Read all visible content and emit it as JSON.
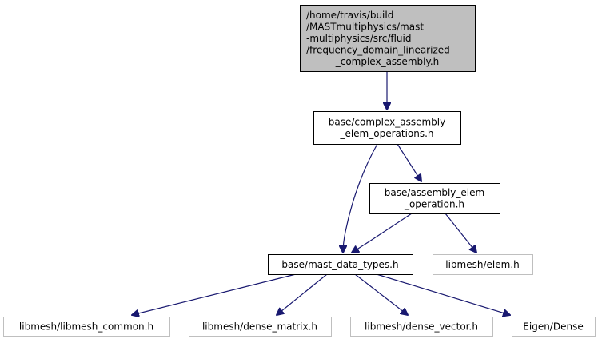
{
  "diagram": {
    "type": "include-dependency-graph",
    "colors": {
      "edge": "#191970",
      "root_fill": "#bfbfbf",
      "root_stroke": "#000000",
      "node_stroke": "#000000",
      "external_stroke": "#bfbfbf",
      "node_fill": "#ffffff",
      "text": "#000000"
    },
    "nodes": [
      {
        "id": "root",
        "kind": "root",
        "lines": [
          "/home/travis/build",
          "/MASTmultiphysics/mast",
          "-multiphysics/src/fluid",
          "/frequency_domain_linearized",
          "_complex_assembly.h"
        ]
      },
      {
        "id": "complex_ops",
        "kind": "internal",
        "lines": [
          "base/complex_assembly",
          "_elem_operations.h"
        ]
      },
      {
        "id": "assembly_op",
        "kind": "internal",
        "lines": [
          "base/assembly_elem",
          "_operation.h"
        ]
      },
      {
        "id": "mast_types",
        "kind": "internal",
        "lines": [
          "base/mast_data_types.h"
        ]
      },
      {
        "id": "elem",
        "kind": "external",
        "lines": [
          "libmesh/elem.h"
        ]
      },
      {
        "id": "libmesh_common",
        "kind": "external",
        "lines": [
          "libmesh/libmesh_common.h"
        ]
      },
      {
        "id": "dense_matrix",
        "kind": "external",
        "lines": [
          "libmesh/dense_matrix.h"
        ]
      },
      {
        "id": "dense_vector",
        "kind": "external",
        "lines": [
          "libmesh/dense_vector.h"
        ]
      },
      {
        "id": "eigen_dense",
        "kind": "external",
        "lines": [
          "Eigen/Dense"
        ]
      }
    ],
    "edges": [
      {
        "from": "root",
        "to": "complex_ops"
      },
      {
        "from": "complex_ops",
        "to": "mast_types"
      },
      {
        "from": "complex_ops",
        "to": "assembly_op"
      },
      {
        "from": "assembly_op",
        "to": "mast_types"
      },
      {
        "from": "assembly_op",
        "to": "elem"
      },
      {
        "from": "mast_types",
        "to": "libmesh_common"
      },
      {
        "from": "mast_types",
        "to": "dense_matrix"
      },
      {
        "from": "mast_types",
        "to": "dense_vector"
      },
      {
        "from": "mast_types",
        "to": "eigen_dense"
      }
    ]
  }
}
